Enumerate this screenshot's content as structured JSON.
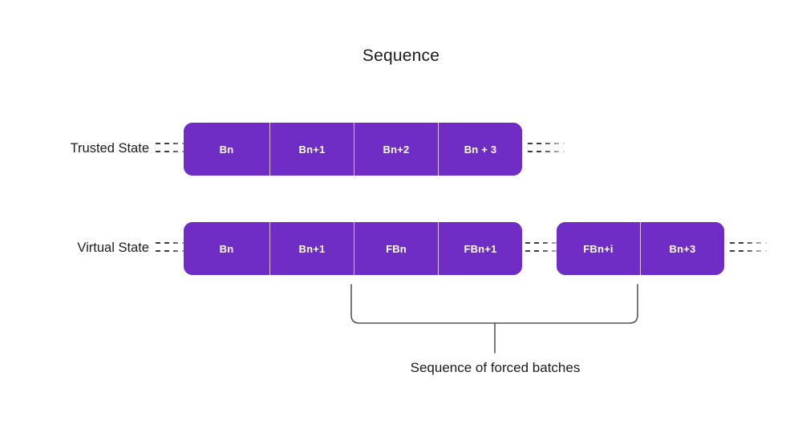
{
  "diagram": {
    "title": "Sequence",
    "caption": "Sequence of forced batches",
    "colors": {
      "block_fill": "#6f2dc6",
      "block_text": "#ffffff",
      "divider": "#d9c4f2",
      "bracket_stroke": "#555555",
      "text": "#1b1b1b",
      "background": "#ffffff"
    },
    "rows": [
      {
        "label": "Trusted State",
        "groups": [
          {
            "cells": [
              "Bn",
              "Bn+1",
              "Bn+2",
              "Bn + 3"
            ]
          }
        ]
      },
      {
        "label": "Virtual State",
        "groups": [
          {
            "cells": [
              "Bn",
              "Bn+1",
              "FBn",
              "FBn+1"
            ]
          },
          {
            "cells": [
              "FBn+i",
              "Bn+3"
            ]
          }
        ]
      }
    ]
  }
}
